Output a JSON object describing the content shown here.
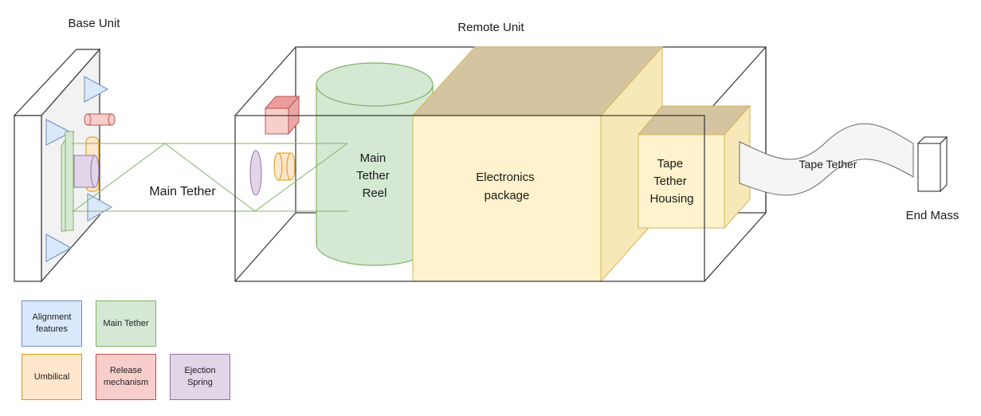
{
  "titles": {
    "base_unit": "Base Unit",
    "remote_unit": "Remote Unit"
  },
  "labels": {
    "main_tether": "Main Tether",
    "main_tether_reel": [
      "Main",
      "Tether",
      "Reel"
    ],
    "electronics": [
      "Electronics",
      "package"
    ],
    "tape_housing": [
      "Tape",
      "Tether",
      "Housing"
    ],
    "tape_tether": "Tape Tether",
    "end_mass": "End Mass"
  },
  "legend": [
    {
      "key": "alignment",
      "text": "Alignment features",
      "fill": "#dae8fc",
      "stroke": "#6c8ebf"
    },
    {
      "key": "main-tether",
      "text": "Main Tether",
      "fill": "#d5e8d4",
      "stroke": "#82b366"
    },
    {
      "key": "umbilical",
      "text": "Umbilical",
      "fill": "#ffe6cc",
      "stroke": "#d79b00"
    },
    {
      "key": "release",
      "text": "Release mechanism",
      "fill": "#f8cecc",
      "stroke": "#b85450"
    },
    {
      "key": "ejection",
      "text": "Ejection Spring",
      "fill": "#e1d5e7",
      "stroke": "#9673a6"
    }
  ],
  "colors": {
    "blue_fill": "#dae8fc",
    "blue_stroke": "#6c8ebf",
    "green_fill": "#d5e8d4",
    "green_stroke": "#82b366",
    "yellow_fill": "#fff2cc",
    "yellow_stroke": "#d6b656",
    "orange_fill": "#ffe6cc",
    "orange_stroke": "#d79b00",
    "red_fill": "#f8cecc",
    "red_stroke": "#b85450",
    "purple_fill": "#e1d5e7",
    "purple_stroke": "#9673a6",
    "olive_fill": "#d4c4a0"
  }
}
